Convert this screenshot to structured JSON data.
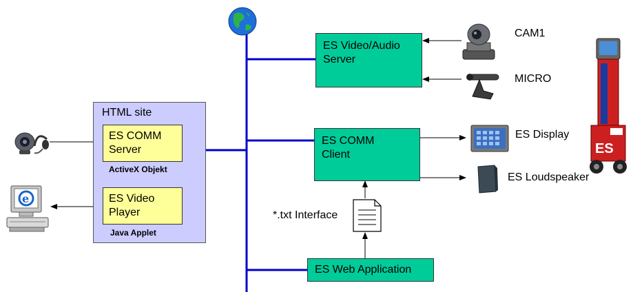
{
  "html_site": {
    "title": "HTML site"
  },
  "es_comm_server": {
    "label": "ES COMM\nServer",
    "caption": "ActiveX Objekt"
  },
  "es_video_player": {
    "label": "ES Video\nPlayer",
    "caption": "Java Applet"
  },
  "es_video_audio_server": {
    "label": "ES Video/Audio\nServer"
  },
  "es_comm_client": {
    "label": "ES COMM\nClient"
  },
  "es_web_application": {
    "label": "ES Web Application"
  },
  "txt_interface": {
    "label": "*.txt Interface"
  },
  "devices": {
    "cam1": "CAM1",
    "micro": "MICRO",
    "es_display": "ES Display",
    "es_loudspeaker": "ES Loudspeaker"
  },
  "colors": {
    "bus": "#0000cc",
    "green_box": "#00cc99",
    "yellow_box": "#ffff99",
    "html_site_bg": "#ccccff"
  },
  "icons": [
    "globe-icon",
    "webcam-headset-icon",
    "computer-ie-icon",
    "ptz-camera-icon",
    "microphone-icon",
    "display-panel-icon",
    "loudspeaker-icon",
    "robot-kiosk-icon",
    "document-icon"
  ]
}
